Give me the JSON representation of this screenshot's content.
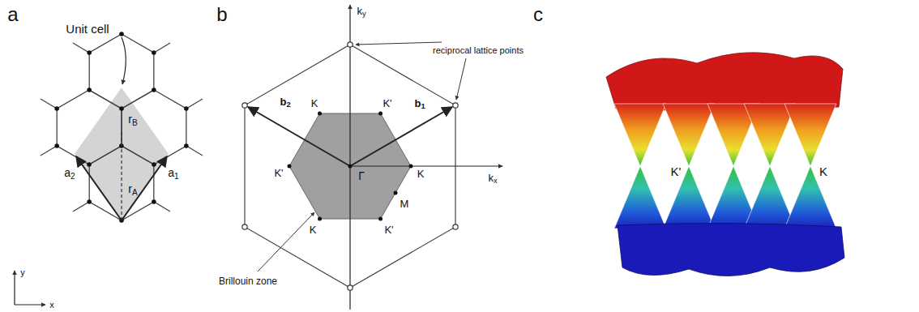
{
  "diagram": {
    "labels": [
      "a",
      "Unit cell",
      "rB",
      "a2",
      "a1",
      "rA",
      "y",
      "x",
      "b",
      "ky",
      "reciprocal lattice points",
      "b2",
      "b1",
      "K",
      "K'",
      "K'",
      "Γ",
      "K",
      "kx",
      "M",
      "K",
      "K'",
      "Brillouin zone",
      "c",
      "K'",
      "K"
    ]
  }
}
